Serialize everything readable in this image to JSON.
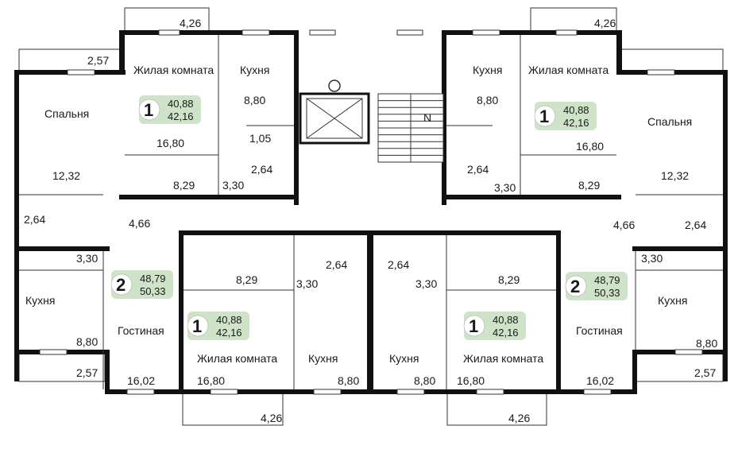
{
  "colors": {
    "wall": "#111111",
    "badge_fill": "#cfe3c8",
    "badge_circle": "#ffffff",
    "stairs": "#ffffff"
  },
  "rooms": {
    "tl_bed_label": "Спальня",
    "tl_bed_area": "12,32",
    "tl_balcony": "2,57",
    "tl_bath": "2,64",
    "tl_hall": "3,30",
    "tl_kitchen_label": "Кухня",
    "tl_kitchen_area": "8,80",
    "tl_balcony2": "2,57",
    "tl_hall2": "4,66",
    "t1_living_label": "Жилая комната",
    "t1_balcony": "4,26",
    "t1_living_area": "16,80",
    "t1_hall": "8,29",
    "t1_kitchen_label": "Кухня",
    "t1_kitchen_area": "8,80",
    "t1_wc": "1,05",
    "t1_bath": "2,64",
    "t1_corr": "3,30",
    "t2_kitchen_label": "Кухня",
    "t2_kitchen_area": "8,80",
    "t2_bath": "2,64",
    "t2_corr": "3,30",
    "t2_living_label": "Жилая комната",
    "t2_balcony": "4,26",
    "t2_living_area": "16,80",
    "t2_hall": "8,29",
    "tr_bed_label": "Спальня",
    "tr_bed_area": "12,32",
    "tr_hall": "4,66",
    "tr_bath": "2,64",
    "tr_corr": "3,30",
    "tr_kitchen_label": "Кухня",
    "tr_kitchen_area": "8,80",
    "tr_balcony": "2,57",
    "l2_living_label": "Гостиная",
    "l2_living_area": "16,02",
    "r2_living_label": "Гостиная",
    "r2_living_area": "16,02",
    "b1_hall": "8,29",
    "b1_living_label": "Жилая комната",
    "b1_living_area": "16,80",
    "b1_balcony": "4,26",
    "b1_bath": "2,64",
    "b1_corr": "3,30",
    "b1_kitchen_label": "Кухня",
    "b1_kitchen_area": "8,80",
    "b2_bath": "2,64",
    "b2_corr": "3,30",
    "b2_kitchen_label": "Кухня",
    "b2_kitchen_area": "8,80",
    "b2_hall": "8,29",
    "b2_living_label": "Жилая комната",
    "b2_living_area": "16,80",
    "b2_balcony": "4,26"
  },
  "badges": {
    "t1": {
      "rooms": "1",
      "area_a": "40,88",
      "area_b": "42,16"
    },
    "t2": {
      "rooms": "1",
      "area_a": "40,88",
      "area_b": "42,16"
    },
    "l2": {
      "rooms": "2",
      "area_a": "48,79",
      "area_b": "50,33"
    },
    "r2": {
      "rooms": "2",
      "area_a": "48,79",
      "area_b": "50,33"
    },
    "b1": {
      "rooms": "1",
      "area_a": "40,88",
      "area_b": "42,16"
    },
    "b2": {
      "rooms": "1",
      "area_a": "40,88",
      "area_b": "42,16"
    }
  },
  "north_mark": "N"
}
